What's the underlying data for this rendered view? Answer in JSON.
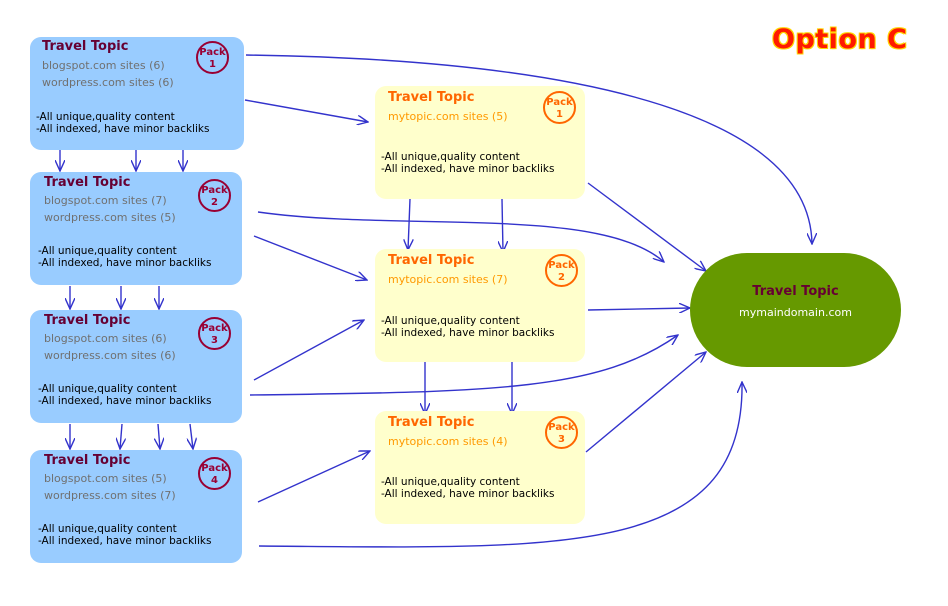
{
  "title": "Option C",
  "blue_packs": [
    {
      "title": "Travel Topic",
      "badge_top": "Pack",
      "badge_num": "1",
      "sites": [
        "blogspot.com sites (6)",
        "wordpress.com sites (6)"
      ],
      "notes": [
        "-All unique,quality content",
        "-All indexed, have minor backliks"
      ]
    },
    {
      "title": "Travel Topic",
      "badge_top": "Pack",
      "badge_num": "2",
      "sites": [
        "blogspot.com sites (7)",
        "wordpress.com sites (5)"
      ],
      "notes": [
        "-All unique,quality content",
        "-All indexed, have minor backliks"
      ]
    },
    {
      "title": "Travel Topic",
      "badge_top": "Pack",
      "badge_num": "3",
      "sites": [
        "blogspot.com sites (6)",
        "wordpress.com sites (6)"
      ],
      "notes": [
        "-All unique,quality content",
        "-All indexed, have minor backliks"
      ]
    },
    {
      "title": "Travel Topic",
      "badge_top": "Pack",
      "badge_num": "4",
      "sites": [
        "blogspot.com sites (5)",
        "wordpress.com sites (7)"
      ],
      "notes": [
        "-All unique,quality content",
        "-All indexed, have minor backliks"
      ]
    }
  ],
  "yellow_packs": [
    {
      "title": "Travel Topic",
      "badge_top": "Pack",
      "badge_num": "1",
      "sites": [
        "mytopic.com sites (5)"
      ],
      "notes": [
        "-All unique,quality content",
        "-All indexed, have minor backliks"
      ]
    },
    {
      "title": "Travel Topic",
      "badge_top": "Pack",
      "badge_num": "2",
      "sites": [
        "mytopic.com sites (7)"
      ],
      "notes": [
        "-All unique,quality content",
        "-All indexed, have minor backliks"
      ]
    },
    {
      "title": "Travel Topic",
      "badge_top": "Pack",
      "badge_num": "3",
      "sites": [
        "mytopic.com sites (4)"
      ],
      "notes": [
        "-All unique,quality content",
        "-All indexed, have minor backliks"
      ]
    }
  ],
  "main_node": {
    "title": "Travel Topic",
    "domain": "mymaindomain.com"
  },
  "colors": {
    "blue_box": "#99ccff",
    "yellow_box": "#ffffcc",
    "main_node": "#669900",
    "arrow": "#3333cc",
    "title_red": "#ff1a00"
  }
}
